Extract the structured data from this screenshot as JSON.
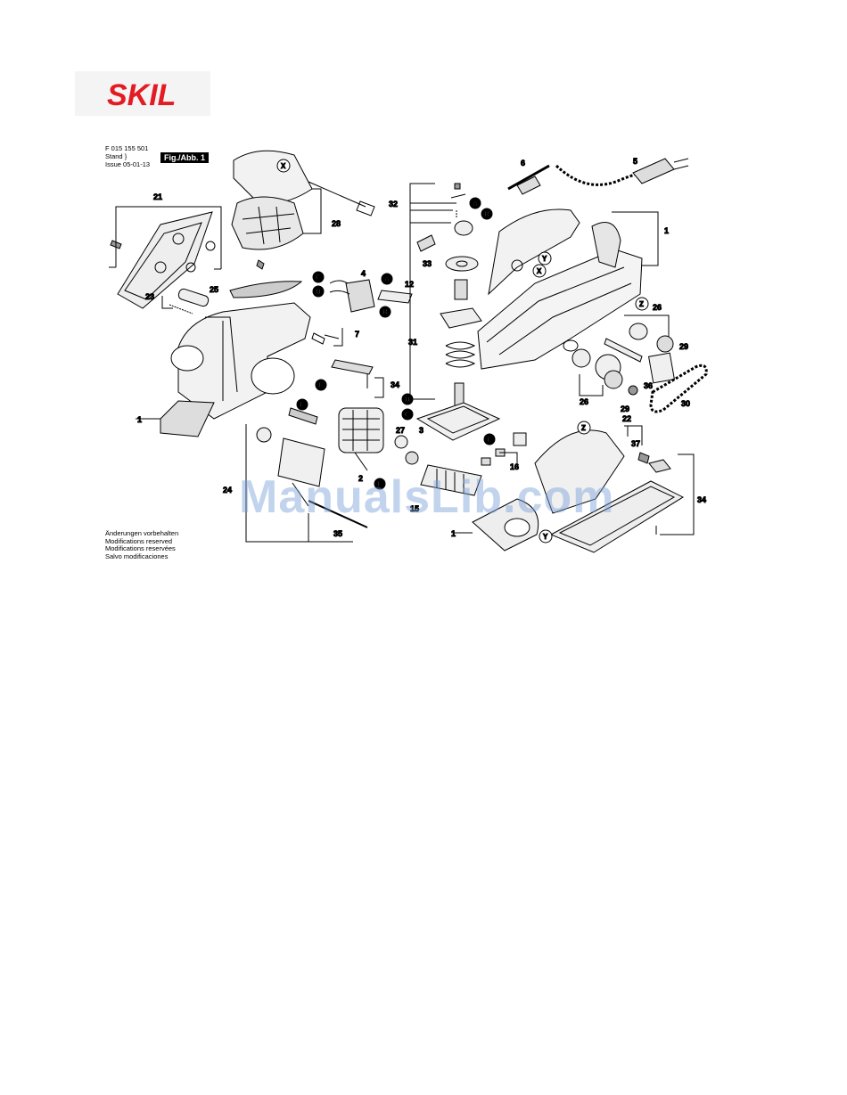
{
  "brand": {
    "logo_text": "SKIL",
    "logo_color": "#e31b23"
  },
  "header": {
    "part_number": "F 015 155 501",
    "stand_label": "Stand",
    "issue_label": "Issue",
    "date": "05-01-13",
    "figure_tag": "Fig./Abb. 1"
  },
  "notes": [
    "Änderungen vorbehalten",
    "Modifications reserved",
    "Modifications reservées",
    "Salvo modificaciones"
  ],
  "watermark": "ManualsLib.com",
  "part_labels": [
    "21",
    "28",
    "23",
    "25",
    "1",
    "32",
    "6",
    "5",
    "1",
    "4",
    "12",
    "7",
    "33",
    "31",
    "26",
    "29",
    "34",
    "27",
    "3",
    "16",
    "24",
    "2",
    "35",
    "36",
    "30",
    "22",
    "37",
    "34",
    "1",
    "26",
    "29",
    "15"
  ],
  "connector_labels": [
    "A",
    "B",
    "C",
    "D",
    "E",
    "F"
  ],
  "reference_labels": [
    "X",
    "Y",
    "Z"
  ],
  "colors": {
    "ink": "#000000",
    "paper": "#ffffff",
    "watermark": "#78a0d7"
  }
}
